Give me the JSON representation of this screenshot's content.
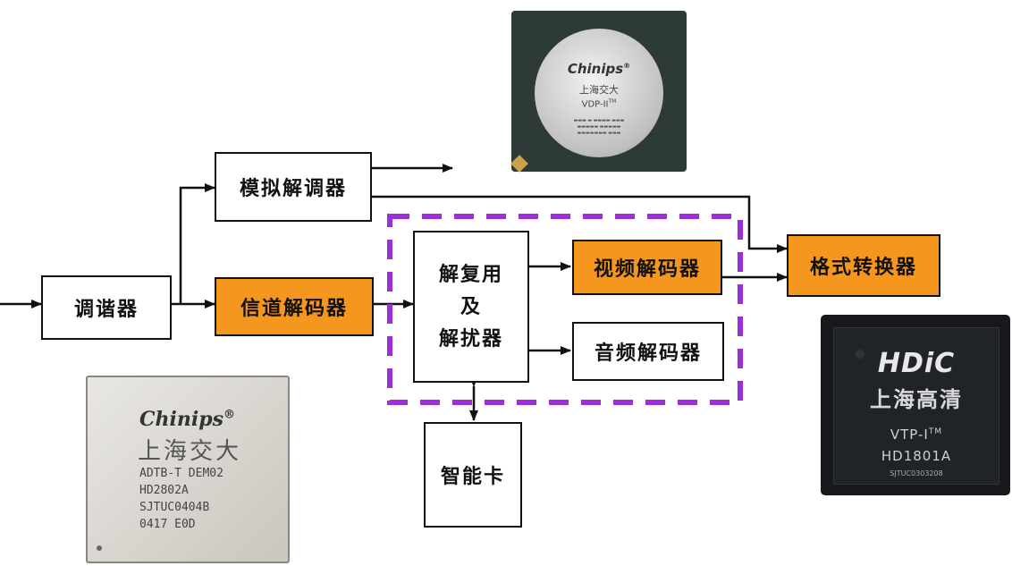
{
  "diagram": {
    "boxes": {
      "tuner": "调谐器",
      "analog_demod": "模拟解调器",
      "channel_decoder": "信道解码器",
      "demux_lines": [
        "解复用",
        "及",
        "解扰器"
      ],
      "video_decoder": "视频解码器",
      "audio_decoder": "音频解码器",
      "format_converter": "格式转换器",
      "smart_card": "智能卡"
    },
    "colors": {
      "highlight": "#f5961e",
      "dashed_border": "#9b30d8",
      "line": "#111111"
    }
  },
  "chips": {
    "top": {
      "brand": "Chinips",
      "registered": "®",
      "name": "上海交大",
      "model": "VDP-II",
      "model_mark": "TM"
    },
    "left": {
      "brand": "Chinips",
      "registered": "®",
      "name": "上海交大",
      "lines": [
        "ADTB-T DEM02",
        "HD2802A",
        "SJTUC0404B",
        "0417 E0D"
      ]
    },
    "right": {
      "logo": "HDiC",
      "name": "上海高清",
      "model": "VTP-I",
      "model_mark": "TM",
      "part": "HD1801A",
      "code": "SJTUC0303208"
    }
  }
}
